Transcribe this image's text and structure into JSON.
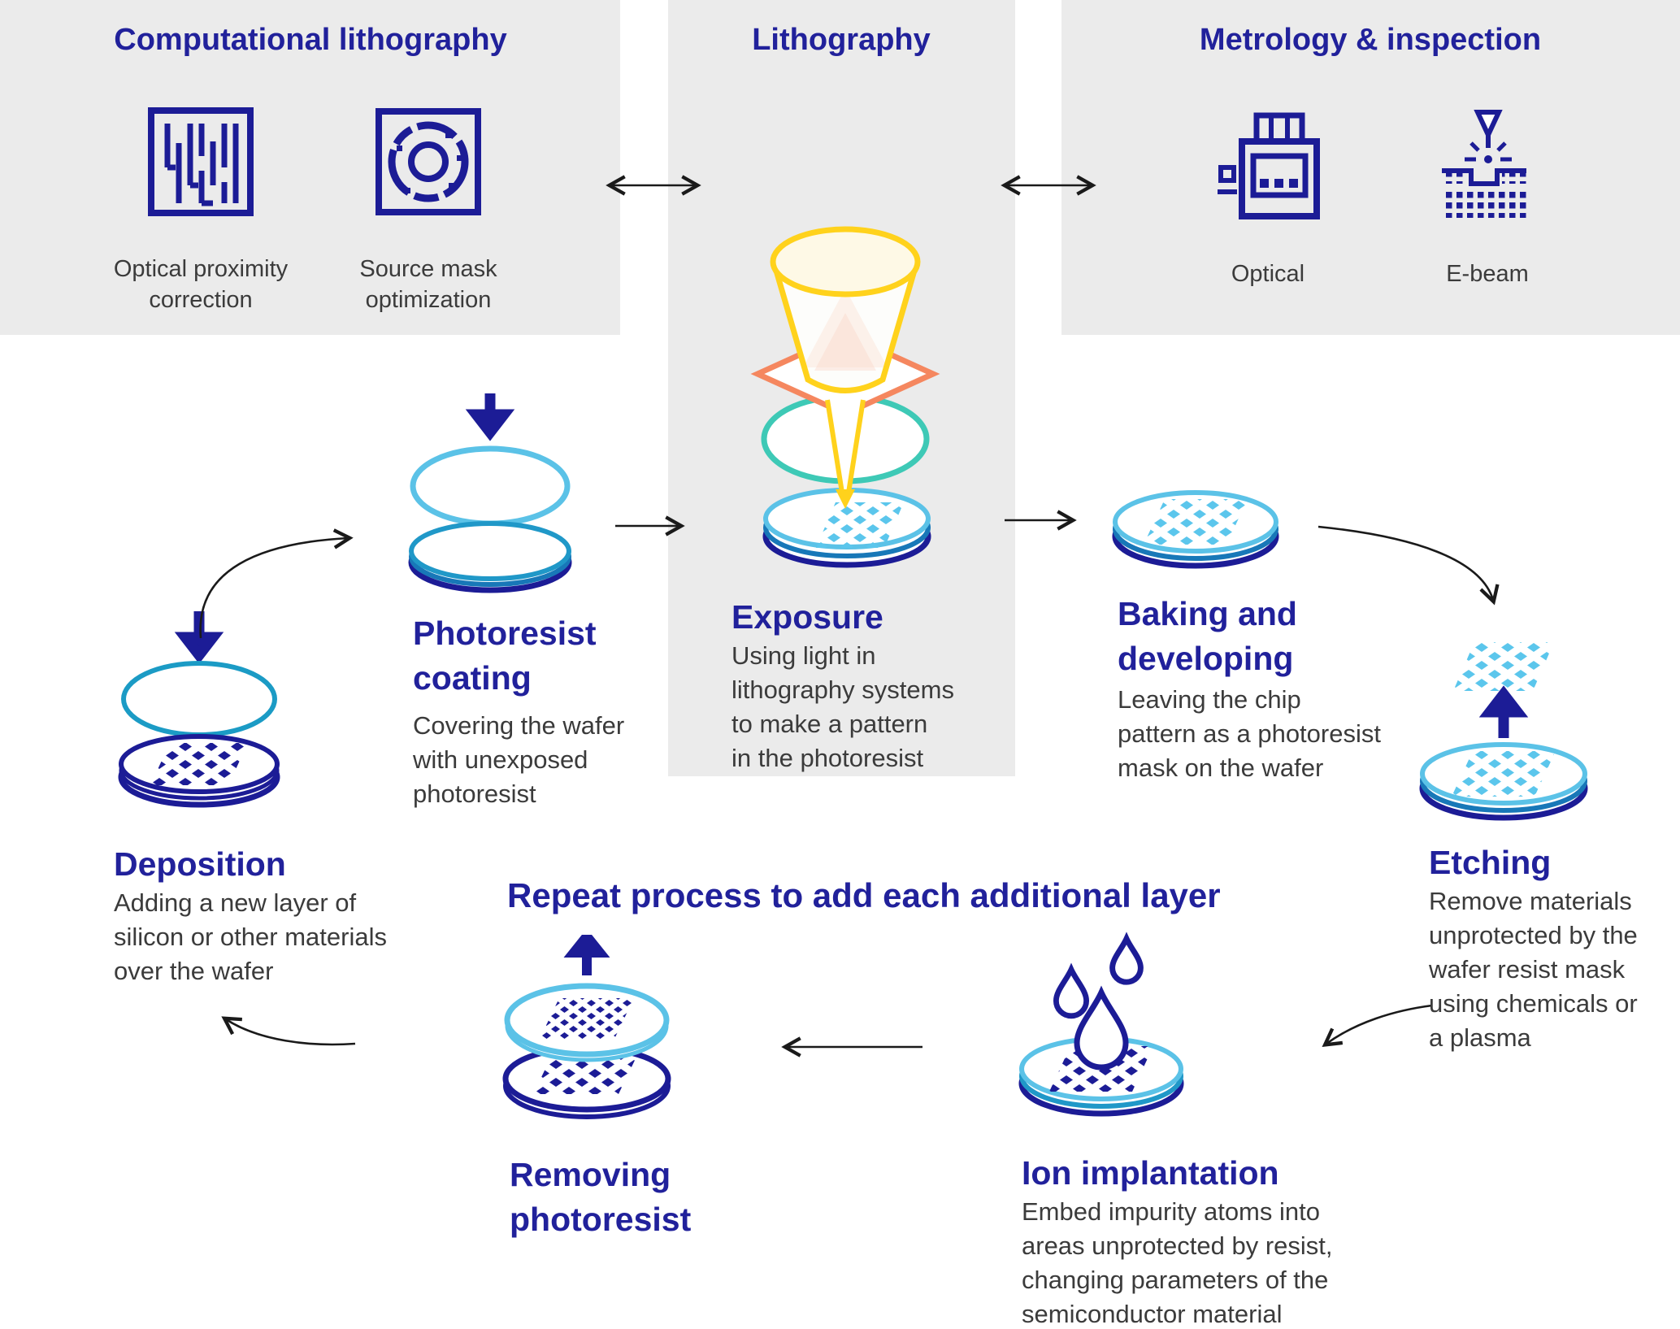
{
  "header_panels": {
    "computational": {
      "title": "Computational lithography",
      "items": [
        {
          "label": "Optical proximity\ncorrection",
          "icon": "opc-pattern-icon"
        },
        {
          "label": "Source mask\noptimization",
          "icon": "source-mask-icon"
        }
      ]
    },
    "lithography": {
      "title": "Lithography"
    },
    "metrology": {
      "title": "Metrology & inspection",
      "items": [
        {
          "label": "Optical",
          "icon": "optical-inspection-icon"
        },
        {
          "label": "E-beam",
          "icon": "e-beam-icon"
        }
      ]
    }
  },
  "steps": {
    "deposition": {
      "title": "Deposition",
      "description": "Adding a new layer of\nsilicon or other materials\nover the wafer"
    },
    "photoresist_coating": {
      "title": "Photoresist\ncoating",
      "description": "Covering the wafer\nwith unexposed\nphotoresist"
    },
    "exposure": {
      "title": "Exposure",
      "description": "Using light in\nlithography systems\nto make a pattern\nin the photoresist"
    },
    "baking_developing": {
      "title": "Baking and\ndeveloping",
      "description": "Leaving the chip\npattern as a photoresist\nmask on the wafer"
    },
    "etching": {
      "title": "Etching",
      "description": "Remove materials\nunprotected by the\nwafer resist mask\nusing chemicals or\na plasma"
    },
    "ion_implantation": {
      "title": "Ion implantation",
      "description": "Embed impurity atoms into\nareas unprotected by resist,\nchanging parameters of the\nsemiconductor material"
    },
    "removing_photoresist": {
      "title": "Removing\nphotoresist"
    }
  },
  "loop_banner": {
    "label": "Repeat process to add each additional layer"
  },
  "colors": {
    "title_navy": "#21219B",
    "icon_navy": "#1C1C96",
    "light_blue": "#5BC2E7",
    "sky_diamond": "#5BC6EC",
    "mid_blue": "#1878B8",
    "rim_blue": "#2098C8",
    "teal": "#3EC9B6",
    "teal_blue": "#1B9BC5",
    "yellow": "#FFD21C",
    "cream": "#FEF9E6",
    "orange": "#F5875F",
    "panel_gray": "#EBEBEB",
    "body_text": "#3B3B3B"
  }
}
